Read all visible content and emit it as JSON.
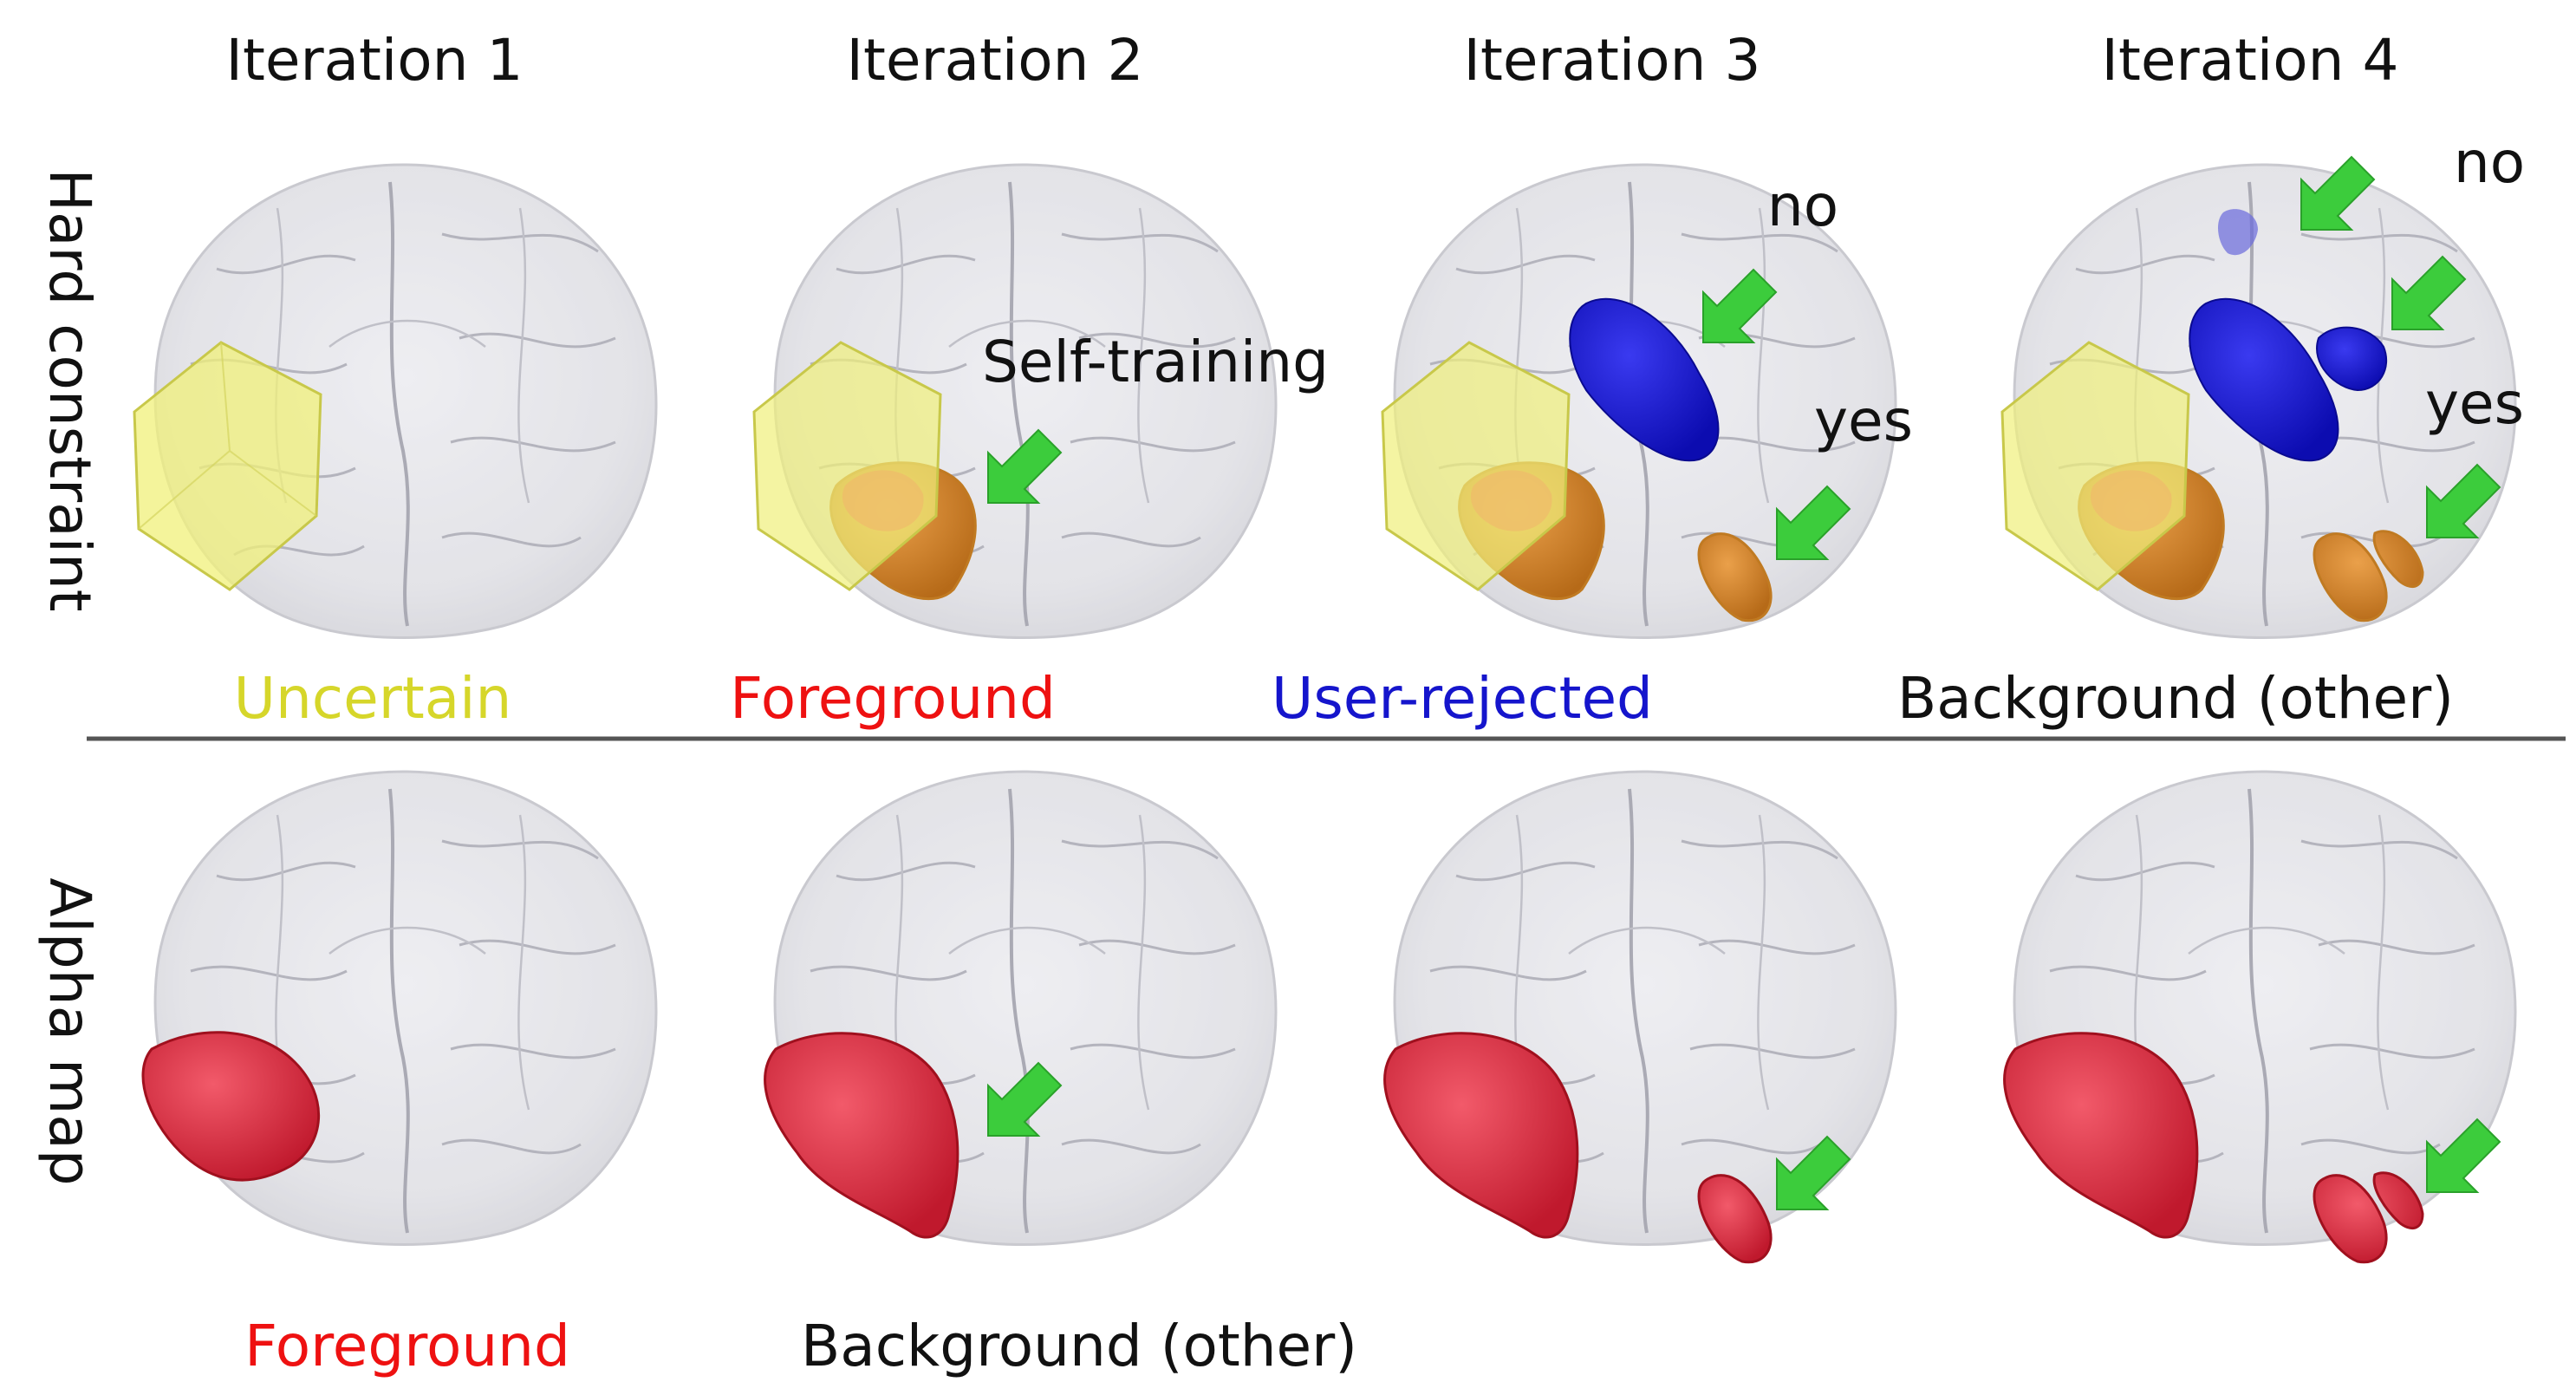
{
  "headers": [
    "Iteration 1",
    "Iteration 2",
    "Iteration 3",
    "Iteration 4"
  ],
  "row_labels": {
    "top": "Hard constraint",
    "bottom": "Alpha map"
  },
  "legend_top": {
    "uncertain": "Uncertain",
    "foreground": "Foreground",
    "user_rejected": "User-rejected",
    "background": "Background (other)"
  },
  "legend_bottom": {
    "foreground": "Foreground",
    "background": "Background (other)"
  },
  "annotations": {
    "self_training": "Self-training",
    "no3": "no",
    "yes3": "yes",
    "no4": "no",
    "yes4": "yes"
  },
  "colors": {
    "uncertain": "#d6d62a",
    "foreground": "#ee1111",
    "user_rejected": "#1515cc",
    "background": "#111111",
    "arrow": "#3ccc3c",
    "uncertain_box": "#f0f07a",
    "orange_region": "#d9892a",
    "red_region": "#e42a3e",
    "blue_region": "#1a1ad8",
    "brain": "#dcdce2"
  },
  "icons": [
    "brain-render",
    "green-arrow"
  ]
}
